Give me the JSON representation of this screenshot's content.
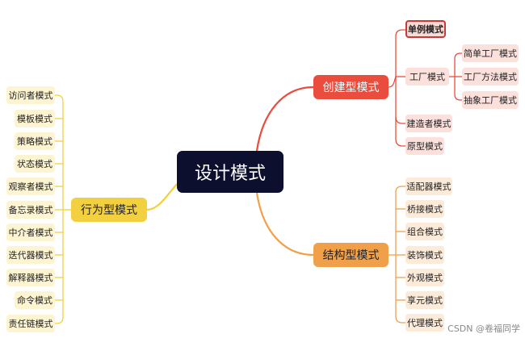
{
  "root": {
    "label": "设计模式"
  },
  "creational": {
    "label": "创建型模式",
    "singleton": "单例模式",
    "factory": {
      "label": "工厂模式",
      "children": [
        "简单工厂模式",
        "工厂方法模式",
        "抽象工厂模式"
      ]
    },
    "builder": "建造者模式",
    "prototype": "原型模式"
  },
  "structural": {
    "label": "结构型模式",
    "children": [
      "适配器模式",
      "桥接模式",
      "组合模式",
      "装饰模式",
      "外观模式",
      "享元模式",
      "代理模式"
    ]
  },
  "behavioral": {
    "label": "行为型模式",
    "children": [
      "访问者模式",
      "模板模式",
      "策略模式",
      "状态模式",
      "观察者模式",
      "备忘录模式",
      "中介者模式",
      "迭代器模式",
      "解释器模式",
      "命令模式",
      "责任链模式"
    ]
  },
  "colors": {
    "root": "#0c0f2e",
    "creational": "#ea4d3d",
    "structural": "#f1a04a",
    "behavioral": "#f3d03f"
  },
  "watermark": "CSDN @卷福同学"
}
